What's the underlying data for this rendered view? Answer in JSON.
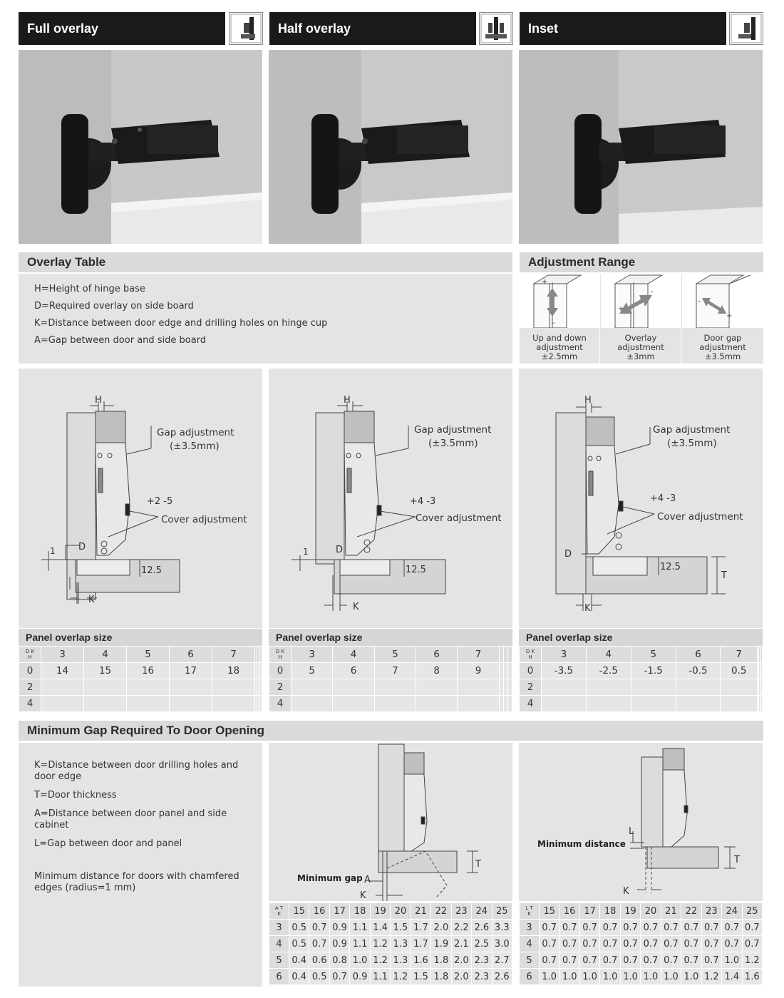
{
  "headers": [
    {
      "title": "Full overlay"
    },
    {
      "title": "Half overlay"
    },
    {
      "title": "Inset"
    }
  ],
  "overlay_table": {
    "title": "Overlay Table",
    "definitions": [
      "H=Height of hinge base",
      "D=Required overlay on side board",
      "K=Distance between door edge and drilling holes on hinge cup",
      "A=Gap between door and side board"
    ]
  },
  "adjustment_range": {
    "title": "Adjustment Range",
    "items": [
      {
        "line1": "Up and down",
        "line2": "adjustment",
        "value": "±2.5mm"
      },
      {
        "line1": "Overlay",
        "line2": "adjustment",
        "value": "±3mm"
      },
      {
        "line1": "Door gap",
        "line2": "adjustment",
        "value": "±3.5mm"
      }
    ]
  },
  "diagrams": [
    {
      "gap_label": "Gap adjustment",
      "gap_value": "(±3.5mm)",
      "cover_range": "+2  -5",
      "cover_label": "Cover adjustment",
      "h": "H",
      "d": "D",
      "k": "K",
      "one": "1",
      "base": "12.5"
    },
    {
      "gap_label": "Gap adjustment",
      "gap_value": "(±3.5mm)",
      "cover_range": "+4  -3",
      "cover_label": "Cover adjustment",
      "h": "H",
      "d": "D",
      "k": "K",
      "one": "1",
      "base": "12.5"
    },
    {
      "gap_label": "Gap adjustment",
      "gap_value": "(±3.5mm)",
      "cover_range": "+4  -3",
      "cover_label": "Cover adjustment",
      "h": "H",
      "d": "D",
      "k": "K",
      "t": "T",
      "base": "12.5"
    }
  ],
  "panel_tables": [
    {
      "title": "Panel overlap size",
      "corner_d": "D",
      "corner_k": "K",
      "corner_h": "H",
      "k": [
        "3",
        "4",
        "5",
        "6",
        "7",
        "",
        "",
        ""
      ],
      "rows": [
        {
          "h": "0",
          "d": [
            "14",
            "15",
            "16",
            "17",
            "18",
            "",
            "",
            ""
          ]
        },
        {
          "h": "2",
          "d": [
            "",
            "",
            "",
            "",
            "",
            "",
            "",
            ""
          ]
        },
        {
          "h": "4",
          "d": [
            "",
            "",
            "",
            "",
            "",
            "",
            "",
            ""
          ]
        }
      ]
    },
    {
      "title": "Panel overlap size",
      "corner_d": "D",
      "corner_k": "K",
      "corner_h": "H",
      "k": [
        "3",
        "4",
        "5",
        "6",
        "7",
        "",
        "",
        ""
      ],
      "rows": [
        {
          "h": "0",
          "d": [
            "5",
            "6",
            "7",
            "8",
            "9",
            "",
            "",
            ""
          ]
        },
        {
          "h": "2",
          "d": [
            "",
            "",
            "",
            "",
            "",
            "",
            "",
            ""
          ]
        },
        {
          "h": "4",
          "d": [
            "",
            "",
            "",
            "",
            "",
            "",
            "",
            ""
          ]
        }
      ]
    },
    {
      "title": "Panel overlap size",
      "corner_d": "D",
      "corner_k": "K",
      "corner_h": "H",
      "k": [
        "3",
        "4",
        "5",
        "6",
        "7",
        "",
        "",
        ""
      ],
      "rows": [
        {
          "h": "0",
          "d": [
            "-3.5",
            "-2.5",
            "-1.5",
            "-0.5",
            "0.5",
            "",
            "",
            ""
          ]
        },
        {
          "h": "2",
          "d": [
            "",
            "",
            "",
            "",
            "",
            "",
            "",
            ""
          ]
        },
        {
          "h": "4",
          "d": [
            "",
            "",
            "",
            "",
            "",
            "",
            "",
            ""
          ]
        }
      ]
    }
  ],
  "min_gap": {
    "title": "Minimum Gap Required To Door Opening",
    "definitions": [
      "K=Distance  between door drilling holes and door edge",
      "T=Door thickness",
      "A=Distance between door panel and side cabinet",
      "L=Gap between door and panel"
    ],
    "note": "Minimum distance for doors with chamfered edges (radius=1 mm)",
    "diagram1": {
      "label": "Minimum gap",
      "a": "A",
      "k": "K",
      "t": "T"
    },
    "diagram2": {
      "label": "Minimum distance",
      "l": "L",
      "k": "K",
      "t": "T"
    }
  },
  "gap_tables": [
    {
      "corner_top": "A",
      "corner_bot": "K",
      "corner_t": "T",
      "t": [
        "15",
        "16",
        "17",
        "18",
        "19",
        "20",
        "21",
        "22",
        "23",
        "24",
        "25"
      ],
      "rows": [
        {
          "k": "3",
          "v": [
            "0.5",
            "0.7",
            "0.9",
            "1.1",
            "1.4",
            "1.5",
            "1.7",
            "2.0",
            "2.2",
            "2.6",
            "3.3"
          ]
        },
        {
          "k": "4",
          "v": [
            "0.5",
            "0.7",
            "0.9",
            "1.1",
            "1.2",
            "1.3",
            "1.7",
            "1.9",
            "2.1",
            "2.5",
            "3.0"
          ]
        },
        {
          "k": "5",
          "v": [
            "0.4",
            "0.6",
            "0.8",
            "1.0",
            "1.2",
            "1.3",
            "1.6",
            "1.8",
            "2.0",
            "2.3",
            "2.7"
          ]
        },
        {
          "k": "6",
          "v": [
            "0.4",
            "0.5",
            "0.7",
            "0.9",
            "1.1",
            "1.2",
            "1.5",
            "1.8",
            "2.0",
            "2.3",
            "2.6"
          ]
        }
      ]
    },
    {
      "corner_top": "L",
      "corner_bot": "K",
      "corner_t": "T",
      "t": [
        "15",
        "16",
        "17",
        "18",
        "19",
        "20",
        "21",
        "22",
        "23",
        "24",
        "25"
      ],
      "rows": [
        {
          "k": "3",
          "v": [
            "0.7",
            "0.7",
            "0.7",
            "0.7",
            "0.7",
            "0.7",
            "0.7",
            "0.7",
            "0.7",
            "0.7",
            "0.7"
          ]
        },
        {
          "k": "4",
          "v": [
            "0.7",
            "0.7",
            "0.7",
            "0.7",
            "0.7",
            "0.7",
            "0.7",
            "0.7",
            "0.7",
            "0.7",
            "0.7"
          ]
        },
        {
          "k": "5",
          "v": [
            "0.7",
            "0.7",
            "0.7",
            "0.7",
            "0.7",
            "0.7",
            "0.7",
            "0.7",
            "0.7",
            "1.0",
            "1.2"
          ]
        },
        {
          "k": "6",
          "v": [
            "1.0",
            "1.0",
            "1.0",
            "1.0",
            "1.0",
            "1.0",
            "1.0",
            "1.0",
            "1.2",
            "1.4",
            "1.6"
          ]
        }
      ]
    }
  ]
}
